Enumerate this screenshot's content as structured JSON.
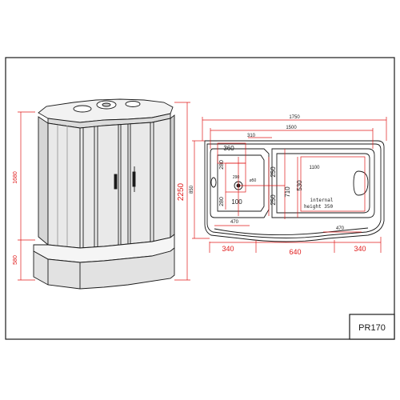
{
  "model": "PR170",
  "front_view": {
    "height_total": "2250",
    "height_cabin": "1680",
    "height_base": "580"
  },
  "plan_view": {
    "overall_length": "1750",
    "inner_length": "1500",
    "top_segment": "310",
    "left_width": "360",
    "seat_depth": "280",
    "seat_depth_lower": "280",
    "seat_width": "290",
    "drain": "ø50",
    "drain_offset": "100",
    "upper_right_width": "250",
    "lower_right_width": "250",
    "middle_height": "710",
    "middle_height_inner": "530",
    "basin_length": "1100",
    "overall_depth": "850",
    "bottom_left_width": "470",
    "bottom_right_width": "470",
    "front_left": "340",
    "front_middle": "640",
    "front_right": "340",
    "internal_height_line1": "internal",
    "internal_height_line2": "height 350"
  }
}
